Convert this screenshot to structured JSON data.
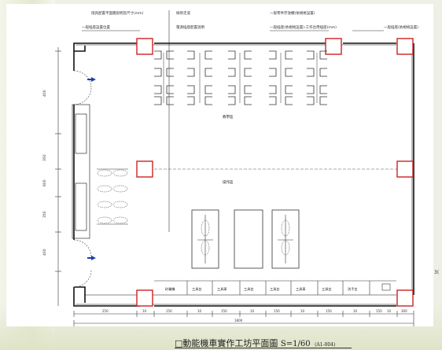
{
  "diagram": {
    "top_notes": [
      "燈具配置平面圖說明及尺寸(mm)",
      "一般插座設置位置",
      "檢修走道",
      "一般零件存放櫃(依規格設置)",
      "電源插座配置說明",
      "一般插座(依規格設置)-工作台用插座(mm)",
      "一般插座(依規格設置)"
    ],
    "room_labels": {
      "parts_area": "教學區",
      "work_area": "操作區"
    },
    "bottom_labels": [
      "砂輪機",
      "工具台",
      "工具車",
      "工具台",
      "工具台",
      "工具車",
      "工具台",
      "洗手台"
    ],
    "vertical_dims": [
      "400",
      "350",
      "600",
      "350",
      "400"
    ],
    "dims_bottom": [
      "250",
      "10",
      "150",
      "10",
      "150",
      "10",
      "150",
      "10",
      "150",
      "10",
      "150",
      "10",
      "300"
    ],
    "total_dim": "1800",
    "title": {
      "main": "□動能機車實作工坊平面圖",
      "scale": "S=1/60",
      "code": "(A1-004)"
    },
    "stray_mark": "3(",
    "colors": {
      "wall": "#111111",
      "column": "#cc2222",
      "door_arrow": "#1e3fae",
      "line": "#333333"
    }
  }
}
